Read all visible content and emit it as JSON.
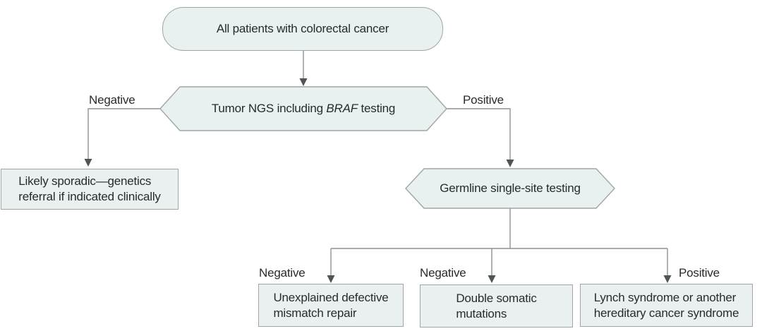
{
  "diagram": {
    "nodes": {
      "all_patients": {
        "label": "All patients with colorectal cancer"
      },
      "tumor_ngs": {
        "label_prefix": "Tumor NGS including ",
        "label_italic": "BRAF",
        "label_suffix": " testing"
      },
      "sporadic_referral": {
        "line1": "Likely sporadic—genetics",
        "line2": "referral if indicated clinically"
      },
      "germline_testing": {
        "label": "Germline single-site testing"
      },
      "mismatch_repair": {
        "line1": "Unexplained defective",
        "line2": "mismatch repair"
      },
      "double_somatic": {
        "line1": "Double somatic",
        "line2": "mutations"
      },
      "lynch_syndrome": {
        "line1": "Lynch syndrome or another",
        "line2": "hereditary cancer syndrome"
      }
    },
    "edge_labels": {
      "ngs_negative": "Negative",
      "ngs_positive": "Positive",
      "germline_negative_left": "Negative",
      "germline_negative_mid": "Negative",
      "germline_positive": "Positive"
    },
    "colors": {
      "background": "#ffffff",
      "node_fill": "#e8f1ef",
      "box_fill": "#eaf0ef",
      "node_border": "#9fa6a7",
      "line": "#8b9194",
      "arrowhead": "#4f5456",
      "text": "#272b2d"
    }
  }
}
